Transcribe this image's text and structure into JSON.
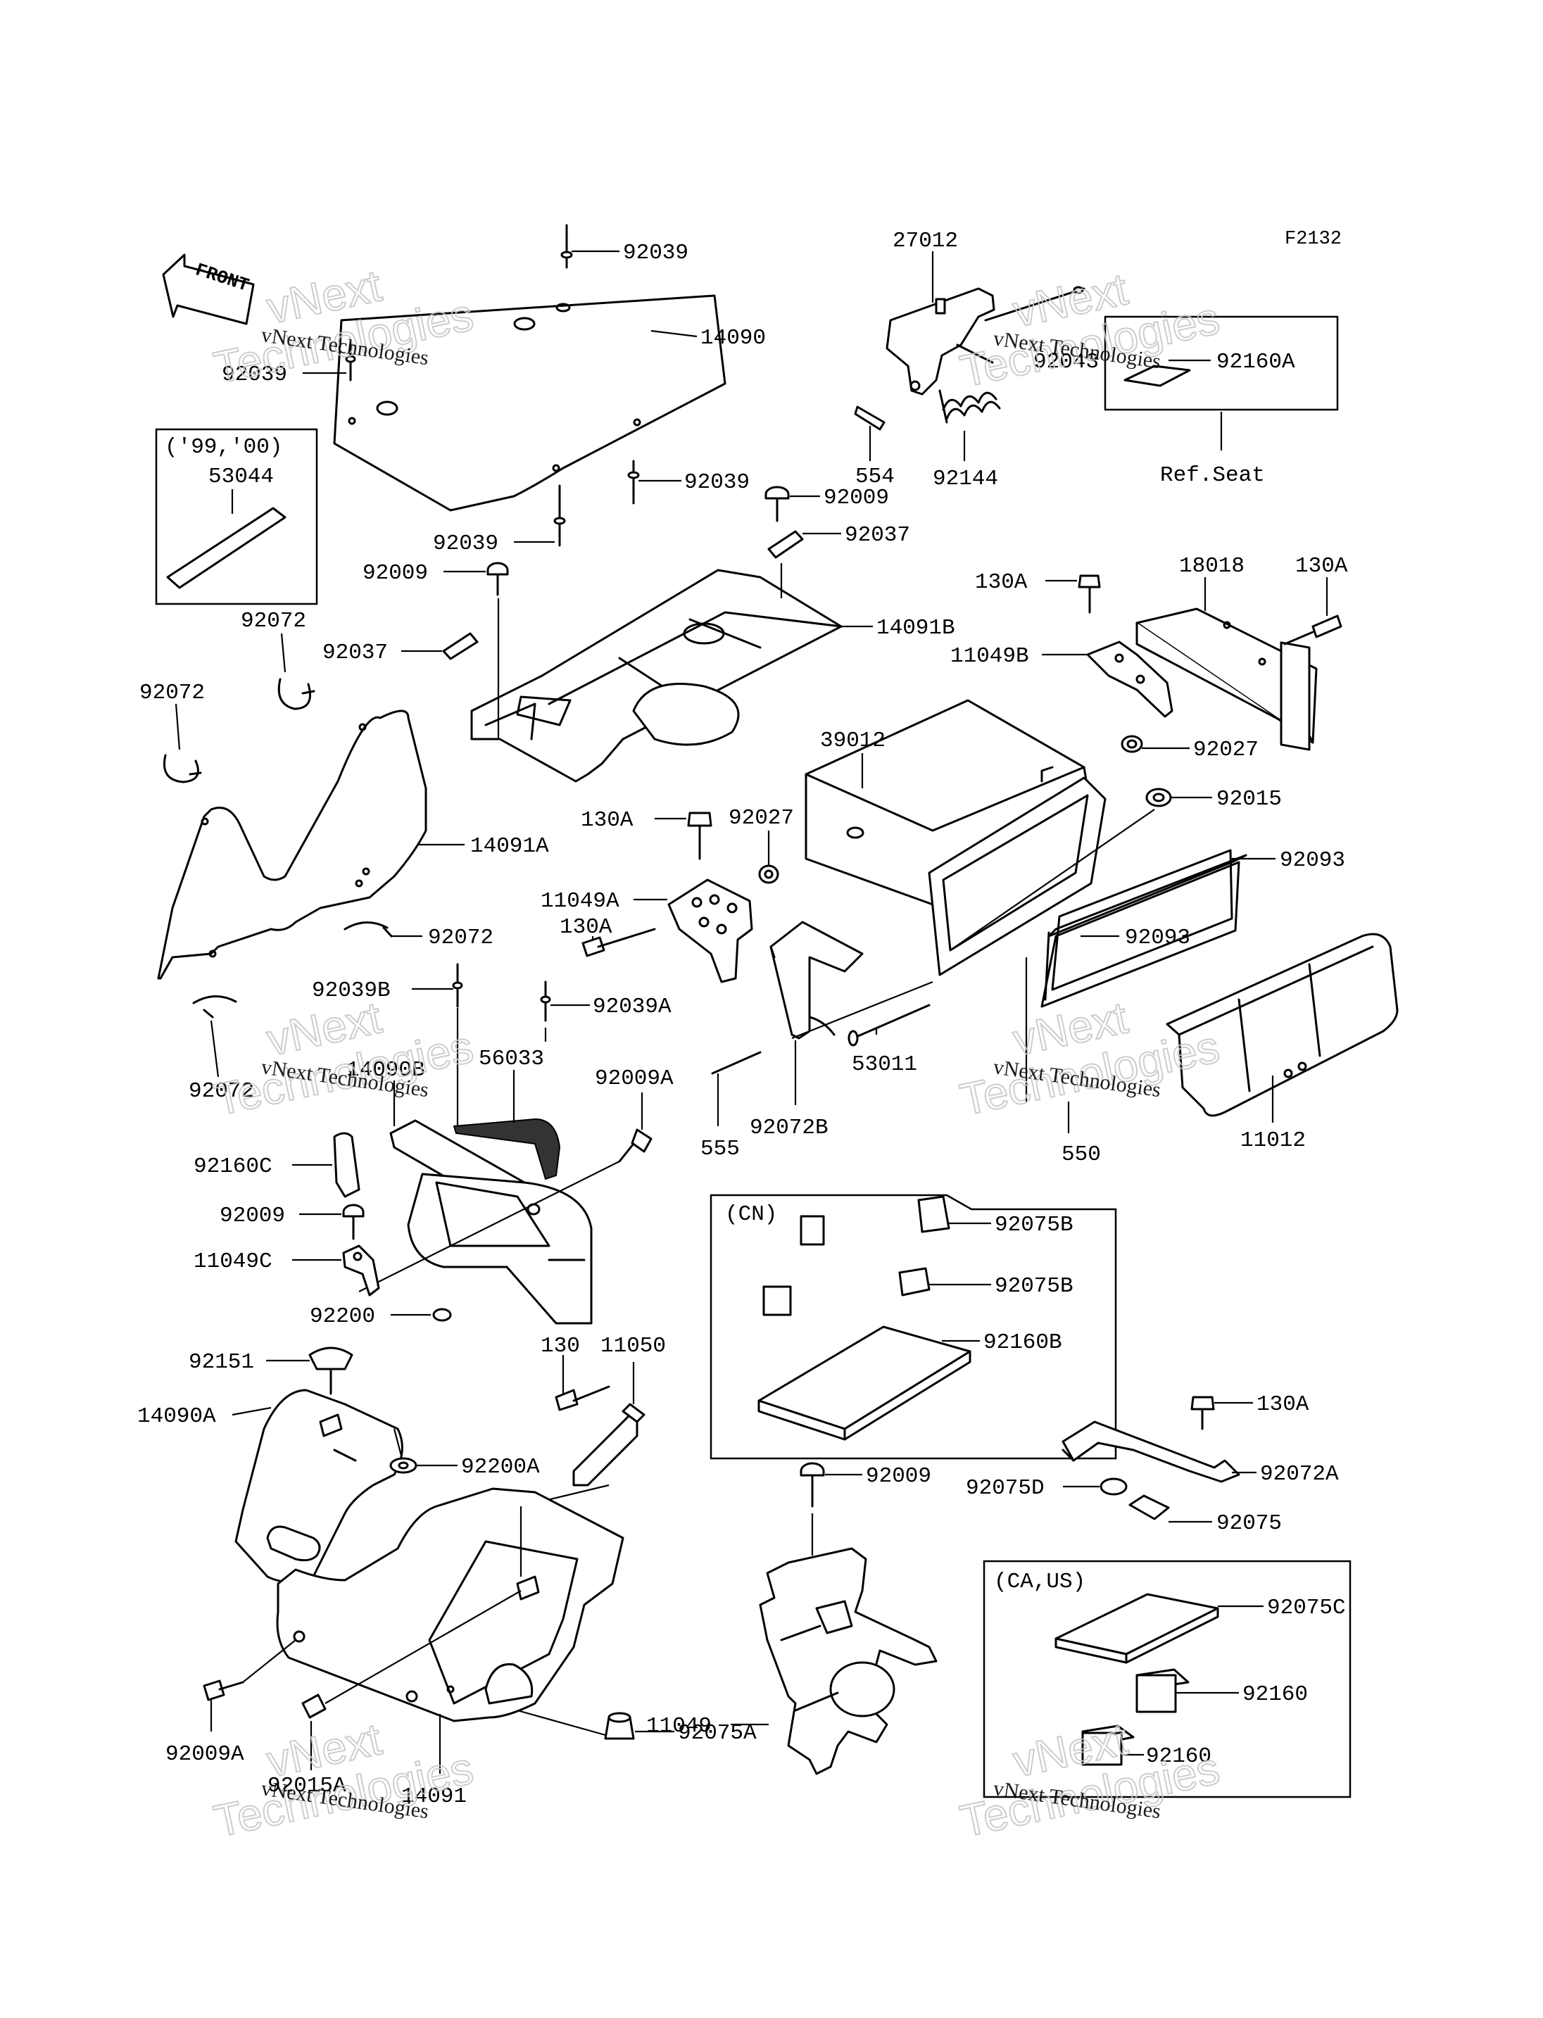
{
  "figure_code": "F2132",
  "front_label": "FRONT",
  "watermark": {
    "line1": "vNext Technologies",
    "line2": "vNext",
    "line3": "Technologies"
  },
  "boxes": {
    "years": "('99,'00)",
    "cn": "(CN)",
    "ca_us": "(CA,US)",
    "ref_seat": "Ref.Seat"
  },
  "parts": {
    "p92039_top": "92039",
    "p14090": "14090",
    "p92039_left": "92039",
    "p92039_mid": "92039",
    "p92039_low": "92039",
    "p53044": "53044",
    "p92072_a": "92072",
    "p92072_b": "92072",
    "p92072_c": "92072",
    "p92072_d": "92072",
    "p27012": "27012",
    "p92043": "92043",
    "p92160A": "92160A",
    "p554": "554",
    "p92144": "92144",
    "p92009_a": "92009",
    "p92009_b": "92009",
    "p92037_a": "92037",
    "p92037_b": "92037",
    "p14091B": "14091B",
    "p130A_a": "130A",
    "p18018": "18018",
    "p130A_b": "130A",
    "p11049B": "11049B",
    "p92027_a": "92027",
    "p39012": "39012",
    "p92015": "92015",
    "p92093_a": "92093",
    "p92093_b": "92093",
    "p14091A": "14091A",
    "p130A_c": "130A",
    "p92027_b": "92027",
    "p11049A": "11049A",
    "p130A_d": "130A",
    "p92039B": "92039B",
    "p92039A": "92039A",
    "p53011": "53011",
    "p14090B": "14090B",
    "p56033": "56033",
    "p92009A_a": "92009A",
    "p550": "550",
    "p11012": "11012",
    "p555": "555",
    "p92072B": "92072B",
    "p92160C": "92160C",
    "p92009_c": "92009",
    "p11049C": "11049C",
    "p92200": "92200",
    "p92075B_a": "92075B",
    "p92075B_b": "92075B",
    "p92160B": "92160B",
    "p130": "130",
    "p11050": "11050",
    "p92151": "92151",
    "p14090A": "14090A",
    "p92200A": "92200A",
    "p130A_e": "130A",
    "p92009_d": "92009",
    "p92072A": "92072A",
    "p92075D": "92075D",
    "p92075": "92075",
    "p92075C": "92075C",
    "p92160_a": "92160",
    "p92160_b": "92160",
    "p11049": "11049",
    "p92075A": "92075A",
    "p92009A_b": "92009A",
    "p92015A": "92015A",
    "p14091": "14091"
  }
}
